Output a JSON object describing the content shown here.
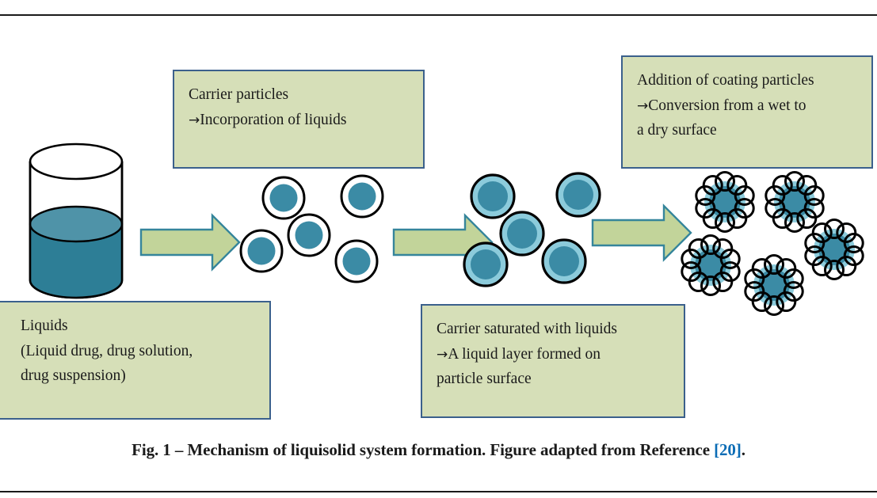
{
  "figure": {
    "caption": {
      "prefix": "Fig. 1 – Mechanism of liquisolid system formation. Figure adapted from Reference ",
      "citation": "[20]",
      "suffix": "."
    },
    "boxes": {
      "liquids": {
        "line1": "Liquids",
        "line2": "(Liquid drug, drug solution,",
        "line3": "drug suspension)"
      },
      "carrier": {
        "line1": "Carrier particles",
        "arrow": "→",
        "line2": "Incorporation of liquids"
      },
      "saturated": {
        "line1": "Carrier saturated with liquids",
        "arrow": "→",
        "line2": "A liquid layer formed on",
        "line3": "particle surface"
      },
      "coating": {
        "line1": "Addition of coating particles",
        "arrow": "→",
        "line2": "Conversion from a wet to",
        "line3": "a dry surface"
      }
    },
    "colors": {
      "box_fill": "#d6dfb8",
      "box_border": "#3b608c",
      "arrow_fill": "#c2d49a",
      "arrow_border": "#35859b",
      "liquid_body": "#2d7e96",
      "liquid_surface": "#4f93a8",
      "particle_core": "#3b8ba5",
      "particle_shell_dry": "#ffffff",
      "particle_shell_wet": "#8ccbdb",
      "coating_bead": "#ffffff",
      "outline": "#000000",
      "citation": "#0b6cb5",
      "rule": "#1a1a1a"
    },
    "stages": [
      {
        "name": "liquids",
        "label": "Liquids beaker",
        "count": 1
      },
      {
        "name": "carrier",
        "label": "Dry carrier particles",
        "count": 5
      },
      {
        "name": "saturated",
        "label": "Liquid-saturated carrier particles",
        "count": 5
      },
      {
        "name": "coated",
        "label": "Coated liquisolid particles",
        "count": 5
      }
    ],
    "arrows": {
      "count": 3,
      "direction": "right"
    },
    "coating_beads_per_particle": 10
  }
}
